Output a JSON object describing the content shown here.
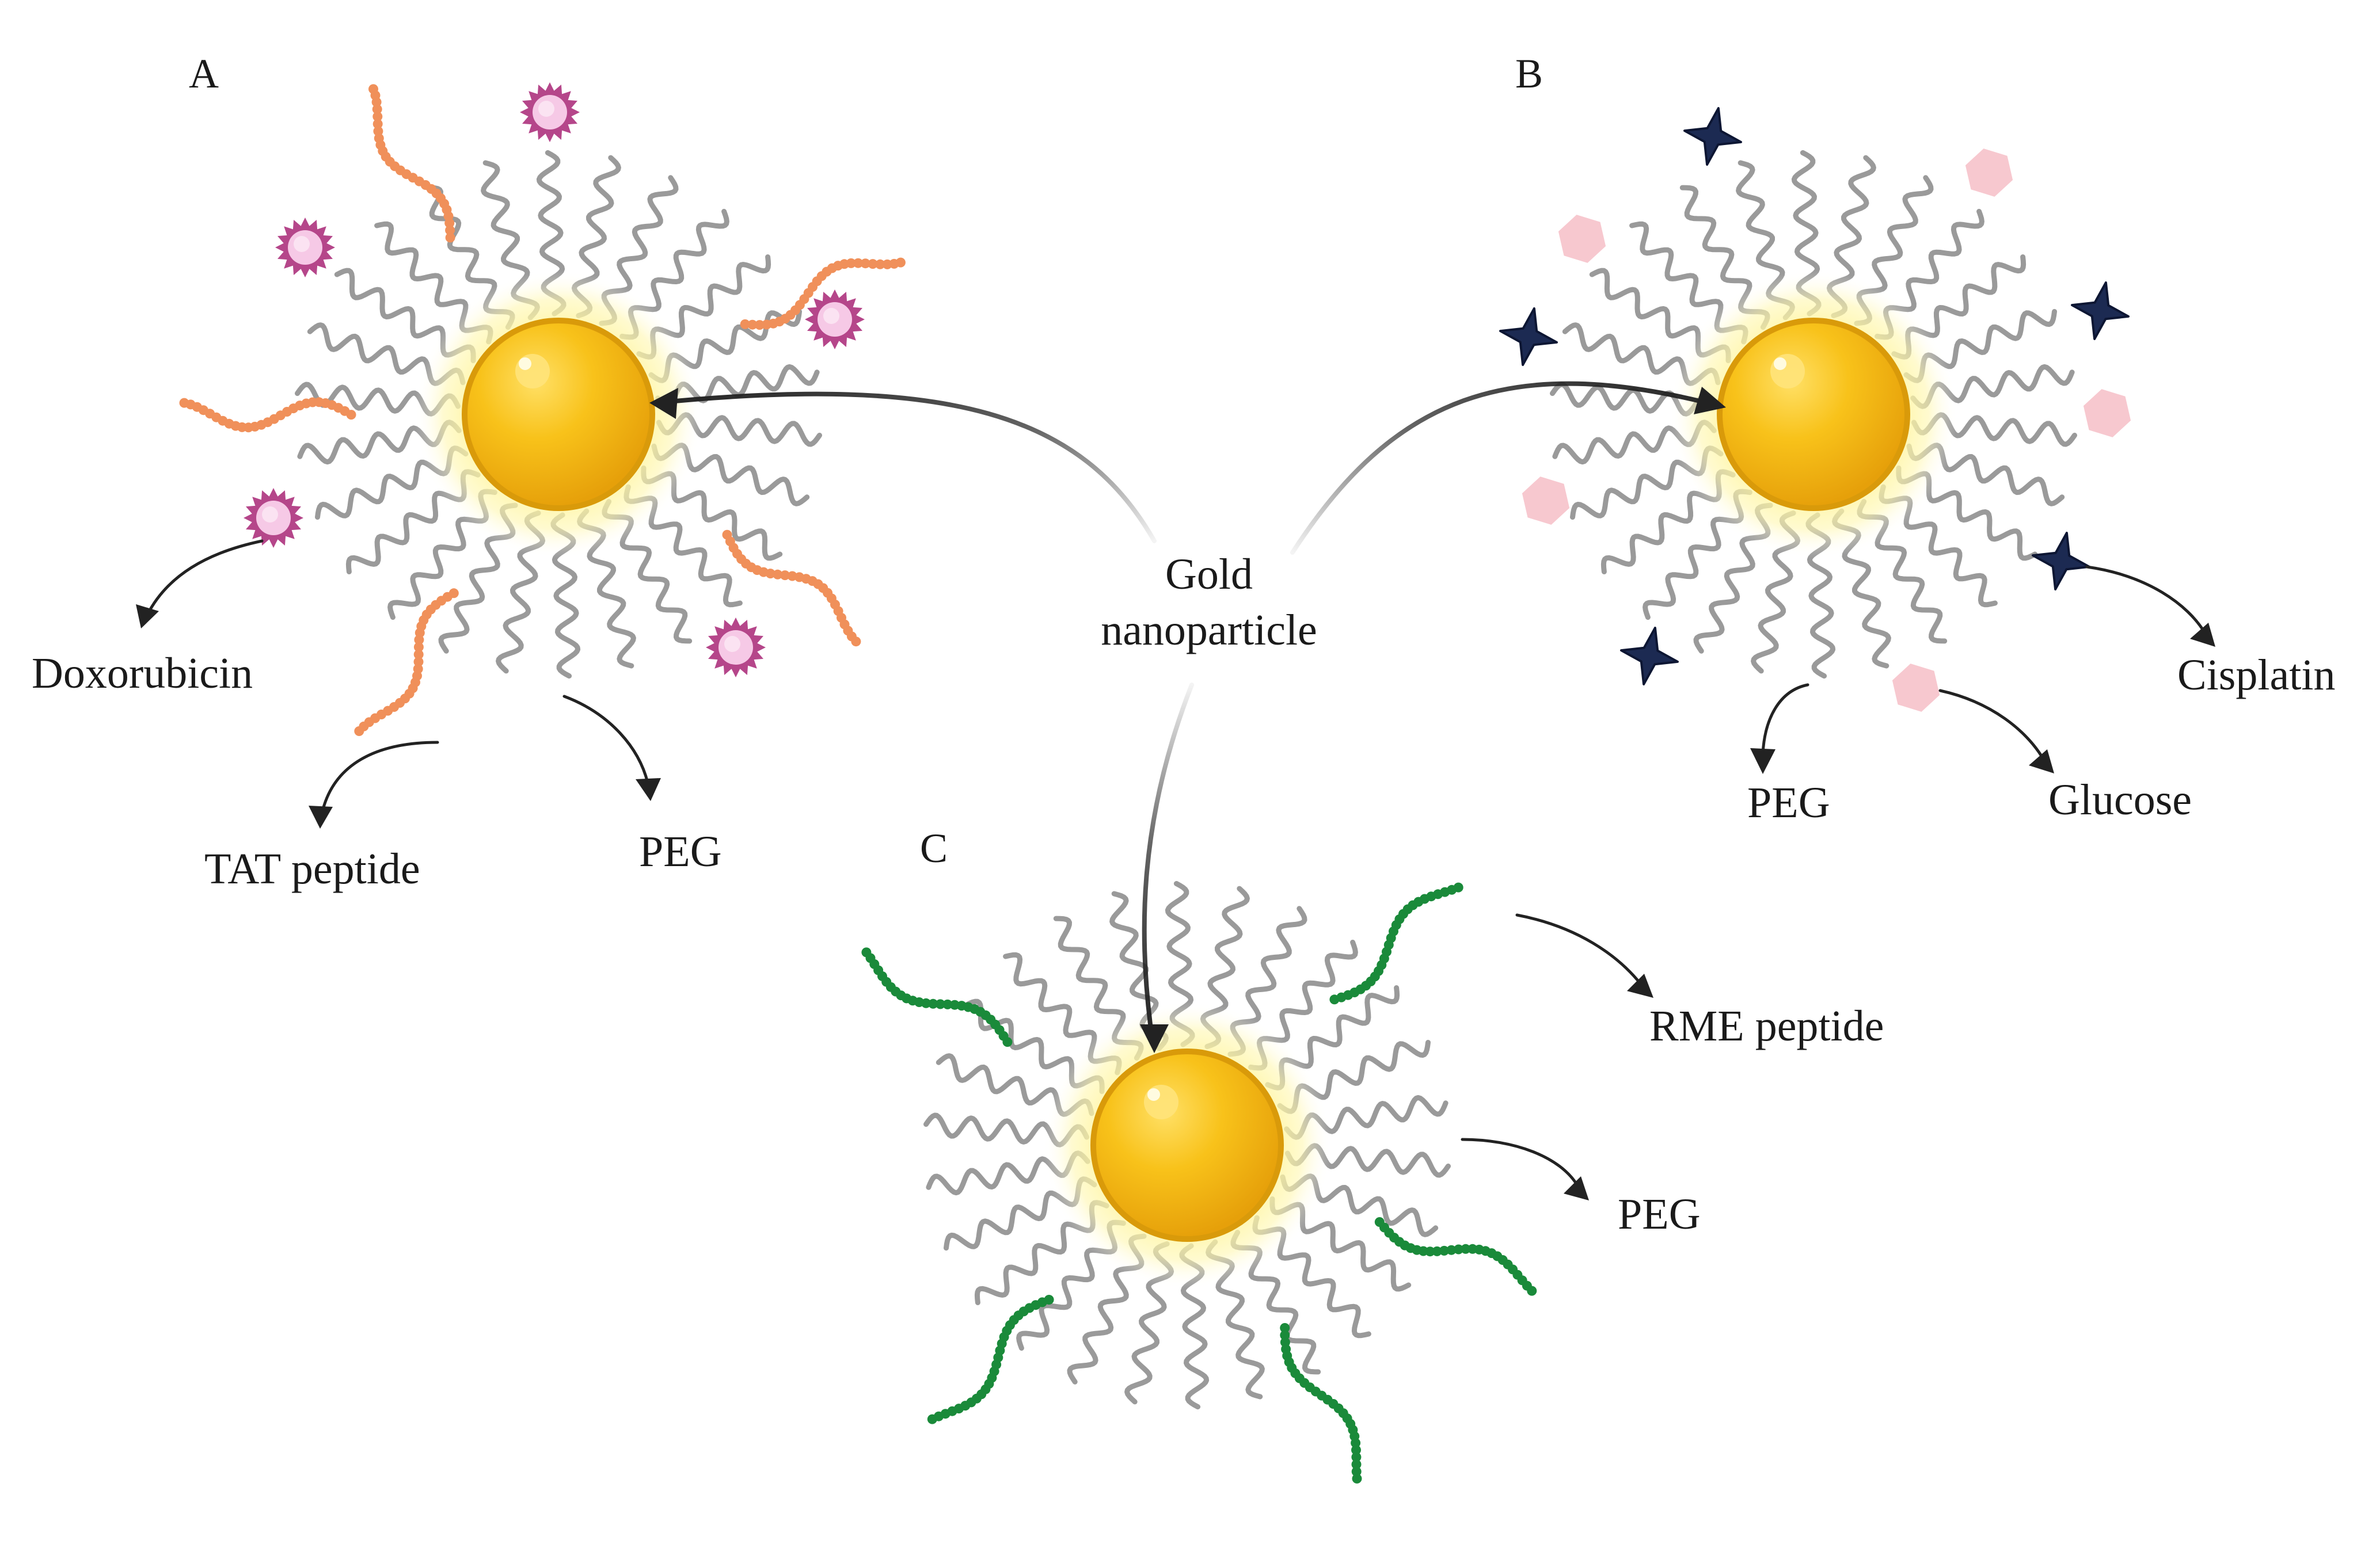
{
  "center_label": {
    "line1": "Gold",
    "line2": "nanoparticle"
  },
  "panels": {
    "A": {
      "letter": "A",
      "labels": {
        "doxorubicin": "Doxorubicin",
        "tat": "TAT peptide",
        "peg": "PEG"
      }
    },
    "B": {
      "letter": "B",
      "labels": {
        "cisplatin": "Cisplatin",
        "peg": "PEG",
        "glucose": "Glucose"
      }
    },
    "C": {
      "letter": "C",
      "labels": {
        "rme": "RME peptide",
        "peg": "PEG"
      }
    }
  },
  "colors": {
    "gold_core": "#f4b400",
    "gold_rim": "#d99a0a",
    "glow": "#fff27a",
    "peg_chain": "#9a9a9a",
    "doxorubicin": "#b5468a",
    "tat_peptide": "#f0905a",
    "cisplatin": "#1c2a52",
    "glucose": "#f7c8cf",
    "rme_peptide": "#1a8a3a",
    "arrow": "#222222"
  },
  "icons": {
    "doxorubicin": "spiky-circle",
    "cisplatin": "four-point-star",
    "glucose": "hexagon"
  }
}
